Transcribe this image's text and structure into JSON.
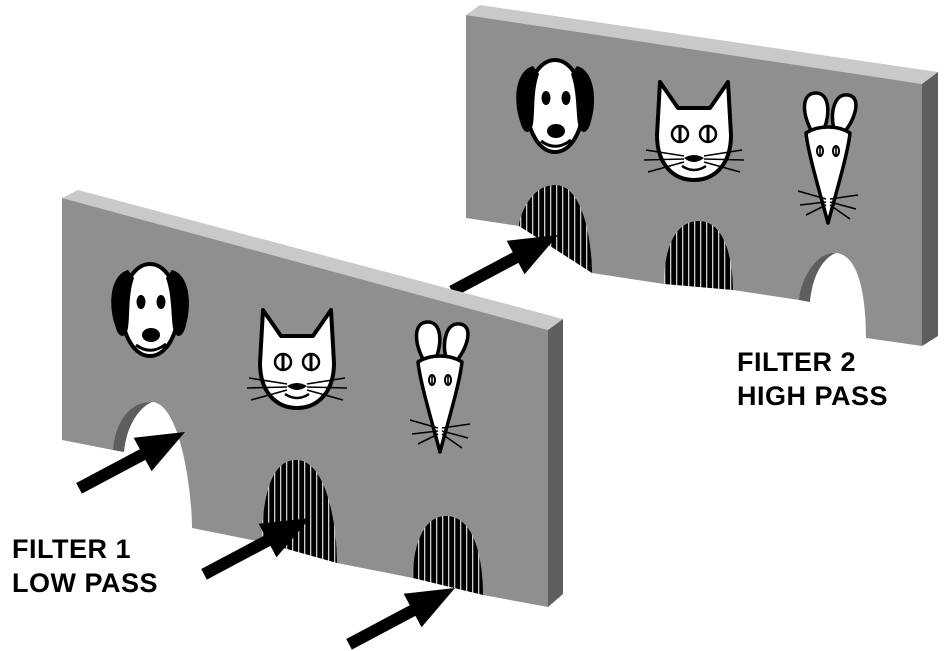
{
  "filter1": {
    "name": "FILTER 1",
    "type": "LOW PASS",
    "icons": [
      "dog-icon",
      "cat-icon",
      "mouse-icon"
    ]
  },
  "filter2": {
    "name": "FILTER 2",
    "type": "HIGH PASS",
    "icons": [
      "dog-icon",
      "cat-icon",
      "mouse-icon"
    ]
  },
  "colors": {
    "panel_front": "#8f8f8f",
    "panel_top": "#c9c9c9",
    "panel_side": "#5e5e5e",
    "ink": "#000000",
    "background": "#ffffff"
  }
}
